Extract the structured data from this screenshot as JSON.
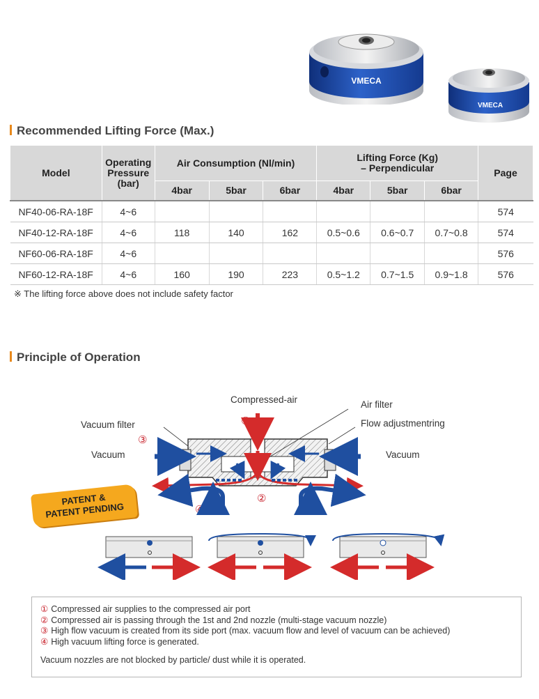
{
  "brand": {
    "name": "VMECA"
  },
  "section1": {
    "title": "Recommended Lifting Force (Max.)",
    "headers": {
      "model": "Model",
      "pressure_line1": "Operating",
      "pressure_line2": "Pressure",
      "pressure_line3": "(bar)",
      "air": "Air Consumption (Nl/min)",
      "lift_line1": "Lifting Force (Kg)",
      "lift_line2": "– Perpendicular",
      "page": "Page",
      "sub": [
        "4bar",
        "5bar",
        "6bar",
        "4bar",
        "5bar",
        "6bar"
      ]
    },
    "rows": [
      {
        "model": "NF40-06-RA-18F",
        "pressure": "4~6",
        "a4": "",
        "a5": "",
        "a6": "",
        "l4": "",
        "l5": "",
        "l6": "",
        "page": "574"
      },
      {
        "model": "NF40-12-RA-18F",
        "pressure": "4~6",
        "a4": "118",
        "a5": "140",
        "a6": "162",
        "l4": "0.5~0.6",
        "l5": "0.6~0.7",
        "l6": "0.7~0.8",
        "page": "574"
      },
      {
        "model": "NF60-06-RA-18F",
        "pressure": "4~6",
        "a4": "",
        "a5": "",
        "a6": "",
        "l4": "",
        "l5": "",
        "l6": "",
        "page": "576"
      },
      {
        "model": "NF60-12-RA-18F",
        "pressure": "4~6",
        "a4": "160",
        "a5": "190",
        "a6": "223",
        "l4": "0.5~1.2",
        "l5": "0.7~1.5",
        "l6": "0.9~1.8",
        "page": "576"
      }
    ],
    "note": "※  The lifting force above does not include safety factor"
  },
  "section2": {
    "title": "Principle of Operation",
    "labels": {
      "compressed_air": "Compressed-air",
      "air_filter": "Air filter",
      "vacuum_filter": "Vacuum filter",
      "flow_ring": "Flow adjustmentring",
      "vacuum_left": "Vacuum",
      "vacuum_right": "Vacuum",
      "n1": "①",
      "n2": "②",
      "n3": "③",
      "n4": "④"
    },
    "patent_line1": "PATENT &",
    "patent_line2": "PATENT PENDING",
    "steps": [
      {
        "num": "①",
        "text": "Compressed air supplies to the compressed air port"
      },
      {
        "num": "②",
        "text": "Compressed air is passing through the 1st and 2nd nozzle (multi-stage vacuum nozzle)"
      },
      {
        "num": "③",
        "text": "High flow vacuum is created from its side port (max. vacuum flow and level of vacuum can be achieved)"
      },
      {
        "num": "④",
        "text": "High vacuum lifting force is generated."
      }
    ],
    "footer": "Vacuum nozzles are not blocked by particle/ dust while it is operated."
  },
  "colors": {
    "accent": "#e8891c",
    "blue": "#1f4fa0",
    "red": "#d42b2b",
    "header_gray": "#d8d8d8"
  }
}
